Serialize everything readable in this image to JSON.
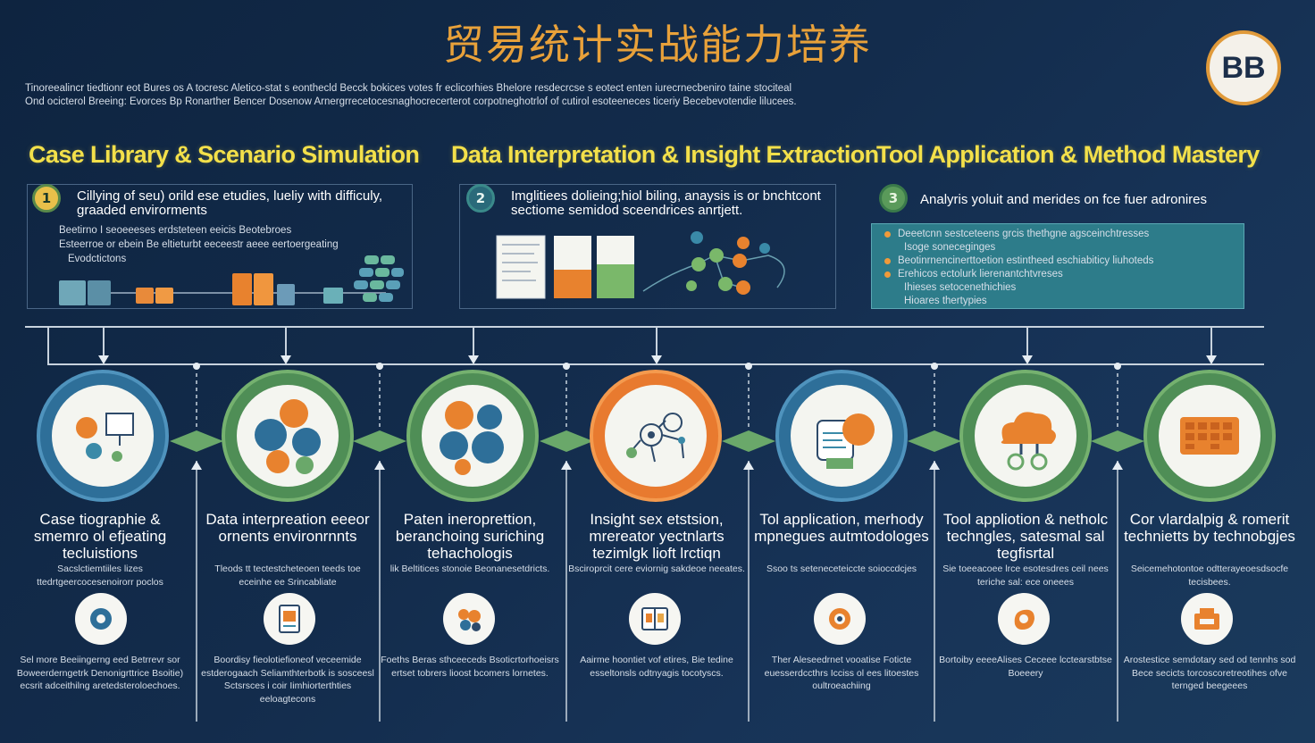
{
  "title": "贸易统计实战能力培养",
  "badge": "BB",
  "intro": {
    "line1": "Tinoreealincr tiedtionr eot Bures os A tocresc Aletico-stat s eonthecld Becck bokices votes fr eclicorhies Bhelore resdecrcse s eotect enten iurecrnecbeniro taine stociteal",
    "line2": "Ond ocicterol Breeing: Evorces Bp Ronarther Bencer Dosenow Arnergrrecetocesnaghocrecerterot corpotneghotrlof of cutirol esoteeneces ticeriy Becebevotendie lilucees."
  },
  "sections": [
    {
      "heading": "Case Library & Scenario Simulation",
      "num": "1",
      "text": "Cillying of seu) orild ese etudies, lueliy with difficuly, graaded envirorments",
      "bullets": [
        "Beetirno I seoeeeses erdsteteen eeicis Beotebroes",
        "Esteerroe or ebein Be eltieturbt eeceestr aeee eertoergeating",
        "Evodctictons"
      ]
    },
    {
      "heading": "Data Interpretation & Insight Extraction",
      "num": "2",
      "text": "Imglitiees dolieing;hiol biling, anaysis is or bnchtcont sectiome semidod sceendrices anrtjett."
    },
    {
      "heading": "Tool Application & Method Mastery",
      "num": "3",
      "text": "Analyris yoluit and merides on fce fuer adronires",
      "bullets": [
        "Deeetcnn sestceteens grcis thethgne agsceinchtresses",
        "Isoge soneceginges",
        "Beotinrnencinerttoetion estintheed eschiabiticy liuhoteds",
        "Erehicos ectolurk lierenantchtvreses",
        "Ihieses setocenethichies",
        "Hioares thertypies"
      ]
    }
  ],
  "stages": [
    {
      "title": "Case tiographie & smemro ol efjeating tecluistions",
      "desc": "Sacslctiemtiiles lizes ttedrtgeercocesenoirorr poclos",
      "foot": "Sel more Beeiingerng eed Betrrevr sor Boweerderngetrk Denonigrttrice Bsoitie) ecsrit adceithilng aretedsteroloechoes."
    },
    {
      "title": "Data interpreation eeeor ornents environrnnts",
      "desc": "Tleods tt tectestcheteoen teeds toe eceinhe ee Srincabliate",
      "foot": "Boordisy fieolotiefioneof veceemide estderogaach Seliamthterbotk is sosceesl Sctsrsces i coir Iimhiorterthties eeloagtecons"
    },
    {
      "title": "Paten ineroprettion, beranchoing suriching tehachologis",
      "desc": "lik Beltitices stonoie Beonanesetdricts.",
      "foot": "Foeths Beras sthceeceds Bsoticrtorhoeisrs ertset tobrers lioost bcomers lornetes."
    },
    {
      "title": "Insight sex etstsion, mrereator yectnlarts tezimlgk lioft lrctiqn",
      "desc": "Bsciroprcit cere eviornig sakdeoe neeates.",
      "foot": "Aairme hoontiet vof etires, Bie tedine esseltonsls odtnyagis tocotyscs."
    },
    {
      "title": "Tol application, merhody mpnegues autmtodologes",
      "desc": "Ssoo ts seteneceteiccte soioccdcjes",
      "foot": "Ther Aleseedrnet vooatise Foticte euesserdccthrs Icciss ol ees litoestes oultroeachiing"
    },
    {
      "title": "Tool appliotion & netholc techngles, satesmal sal tegfisrtal",
      "desc": "Sie toeeacoee lrce esotesdres ceil nees teriche sal: ece oneees",
      "foot": "Bortoiby eeeeAlises Ceceee lcctearstbtse Boeeery"
    },
    {
      "title": "Cor vlardalpig & romerit technietts by technobgjes",
      "desc": "Seicemehotontoe odtterayeoesdsocfe tecisbees.",
      "foot": "Arostestice semdotary sed od tennhs sod Bece secicts torcoscoretreotihes ofve ternged beegeees"
    }
  ],
  "colors": {
    "accent_orange": "#e87a2f",
    "accent_yellow": "#f3e04a",
    "accent_green": "#4f8e56",
    "accent_blue": "#2e6f99"
  },
  "icons": [
    "presentation-icon",
    "bubbles-icon",
    "bubbles-icon",
    "network-icon",
    "document-icon",
    "cloud-icon",
    "circuit-icon"
  ],
  "small_icons": [
    "gear-icon",
    "document-icon",
    "chart-icon",
    "book-icon",
    "eye-icon",
    "hand-icon",
    "building-icon"
  ]
}
